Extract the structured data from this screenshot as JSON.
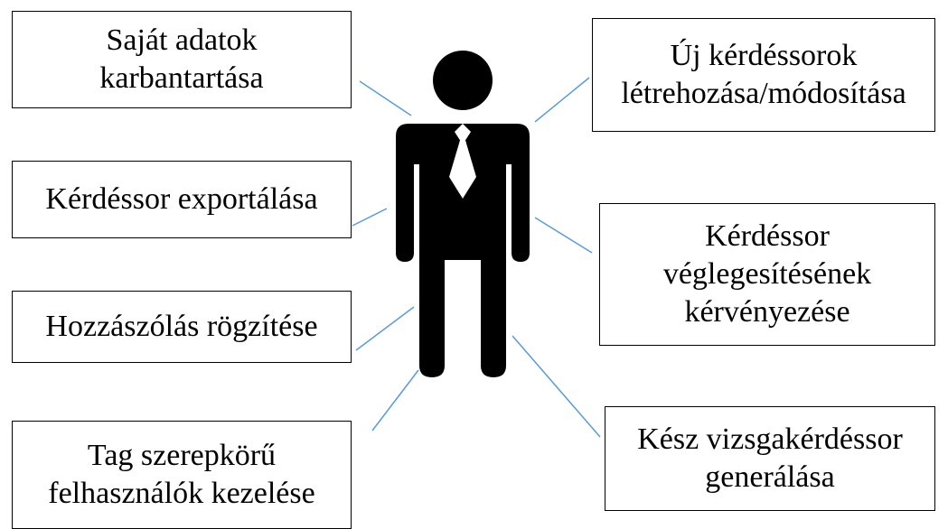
{
  "colors": {
    "connector": "#5b9bd5",
    "figure": "#000000",
    "box_border": "#000000"
  },
  "figure_icon": "person-with-tie-icon",
  "left_boxes": [
    {
      "lines": [
        "Saját adatok",
        "karbantartása"
      ]
    },
    {
      "lines": [
        "Kérdéssor exportálása"
      ]
    },
    {
      "lines": [
        "Hozzászólás rögzítése"
      ]
    },
    {
      "lines": [
        "Tag szerepkörű",
        "felhasználók kezelése"
      ]
    }
  ],
  "right_boxes": [
    {
      "lines": [
        "Új kérdéssorok",
        "létrehozása/módosítása"
      ]
    },
    {
      "lines": [
        "Kérdéssor",
        "véglegesítésének",
        "kérvényezése"
      ]
    },
    {
      "lines": [
        "Kész vizsgakérdéssor",
        "generálása"
      ]
    }
  ]
}
